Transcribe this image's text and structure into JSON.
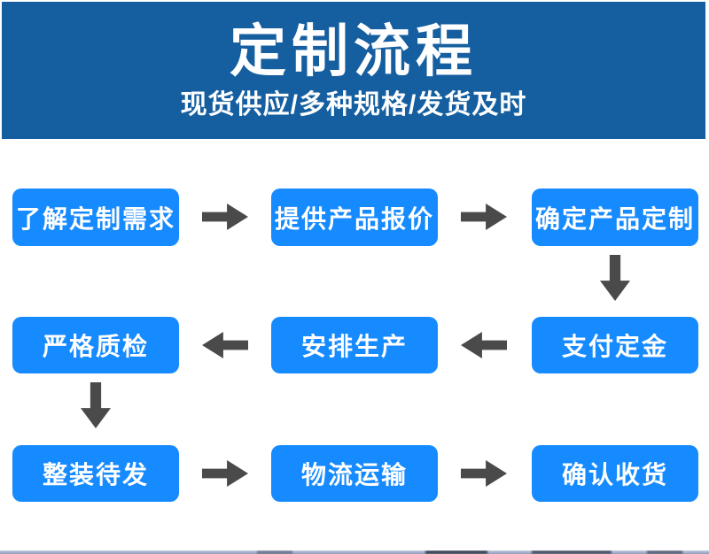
{
  "banner": {
    "title": "定制流程",
    "subtitle": "现货供应/多种规格/发货及时",
    "bg_color": "#155fa0",
    "text_color": "#ffffff"
  },
  "flow": {
    "box_color": "#168aff",
    "box_text_color": "#ffffff",
    "arrow_color": "#4a4a4a",
    "boxes": [
      {
        "label": "了解定制需求"
      },
      {
        "label": "提供产品报价"
      },
      {
        "label": "确定产品定制"
      },
      {
        "label": "严格质检"
      },
      {
        "label": "安排生产"
      },
      {
        "label": "支付定金"
      },
      {
        "label": "整装待发"
      },
      {
        "label": "物流运输"
      },
      {
        "label": "确认收货"
      }
    ],
    "sequence": [
      "了解定制需求",
      "提供产品报价",
      "确定产品定制",
      "支付定金",
      "安排生产",
      "严格质检",
      "整装待发",
      "物流运输",
      "确认收货"
    ]
  },
  "bottom_strip": {
    "color": "#8f9dbd"
  }
}
